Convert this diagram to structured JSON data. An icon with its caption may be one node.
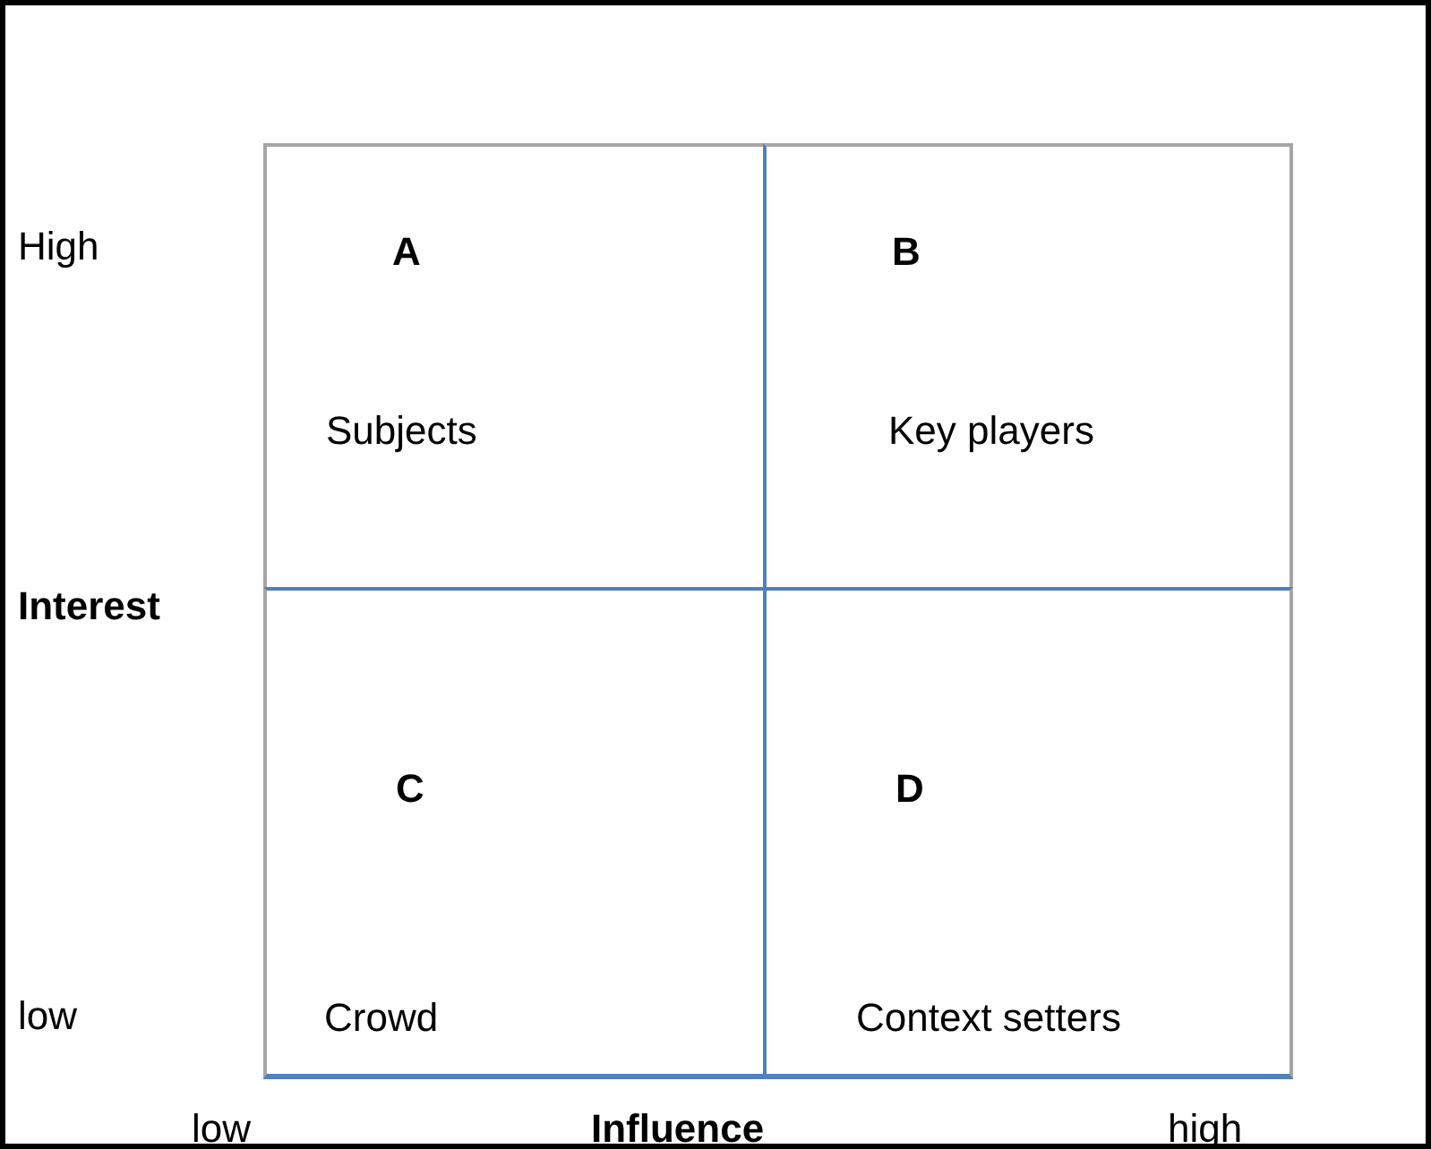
{
  "diagram": {
    "nodes": [
      {
        "text": [
          "A",
          "Subjects"
        ]
      },
      {
        "text": [
          "B",
          "Key players"
        ]
      },
      {
        "text": [
          "C",
          "Crowd"
        ]
      },
      {
        "text": [
          "D",
          "Context setters"
        ]
      }
    ],
    "labels": [
      "High",
      "Interest",
      "low",
      "low",
      "Influence",
      "high"
    ]
  }
}
